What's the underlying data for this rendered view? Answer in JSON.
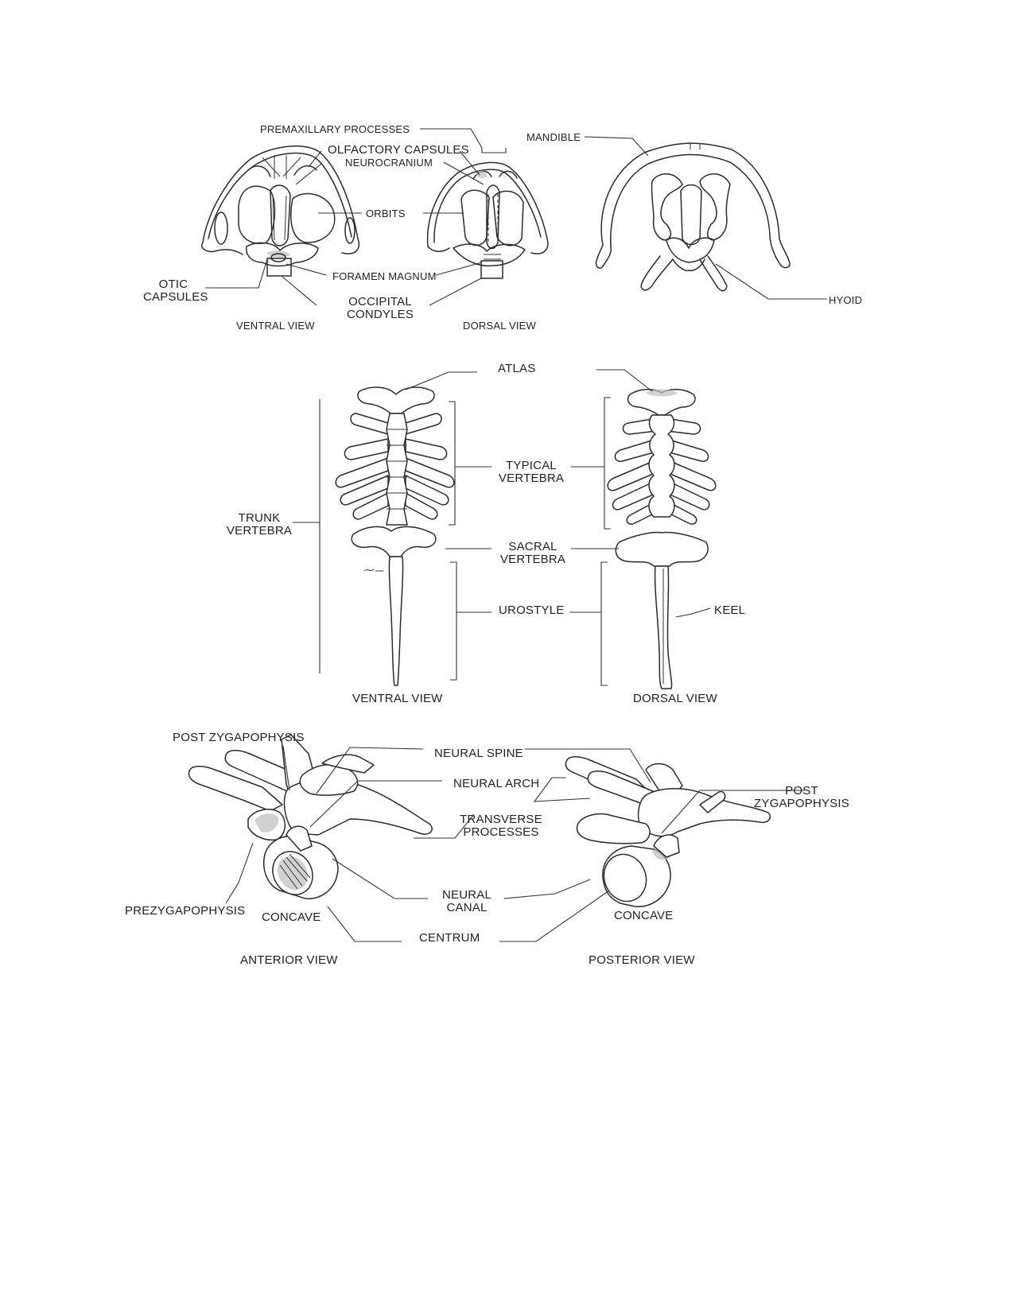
{
  "skull": {
    "premaxillary": "PREMAXILLARY PROCESSES",
    "olfactory": "OLFACTORY CAPSULES",
    "neurocranium": "NEUROCRANIUM",
    "orbits": "ORBITS",
    "foramen": "FORAMEN MAGNUM",
    "otic_1": "OTIC",
    "otic_2": "CAPSULES",
    "occipital_1": "OCCIPITAL",
    "occipital_2": "CONDYLES",
    "ventral_view": "VENTRAL VIEW",
    "dorsal_view": "DORSAL VIEW",
    "mandible": "MANDIBLE",
    "hyoid": "HYOID"
  },
  "spine": {
    "atlas": "ATLAS",
    "typical_1": "TYPICAL",
    "typical_2": "VERTEBRA",
    "trunk_1": "TRUNK",
    "trunk_2": "VERTEBRA",
    "sacral_1": "SACRAL",
    "sacral_2": "VERTEBRA",
    "urostyle": "UROSTYLE",
    "keel": "KEEL",
    "ventral_view": "VENTRAL VIEW",
    "dorsal_view": "DORSAL VIEW"
  },
  "vertebra": {
    "post_zyg_left": "POST ZYGAPOPHYSIS",
    "neural_spine": "NEURAL SPINE",
    "neural_arch": "NEURAL ARCH",
    "post_zyg_right_1": "POST",
    "post_zyg_right_2": "ZYGAPOPHYSIS",
    "transverse_1": "TRANSVERSE",
    "transverse_2": "PROCESSES",
    "prezyg": "PREZYGAPOPHYSIS",
    "concave_left": "CONCAVE",
    "neural_canal_1": "NEURAL",
    "neural_canal_2": "CANAL",
    "concave_right": "CONCAVE",
    "centrum": "CENTRUM",
    "anterior_view": "ANTERIOR VIEW",
    "posterior_view": "POSTERIOR VIEW"
  }
}
